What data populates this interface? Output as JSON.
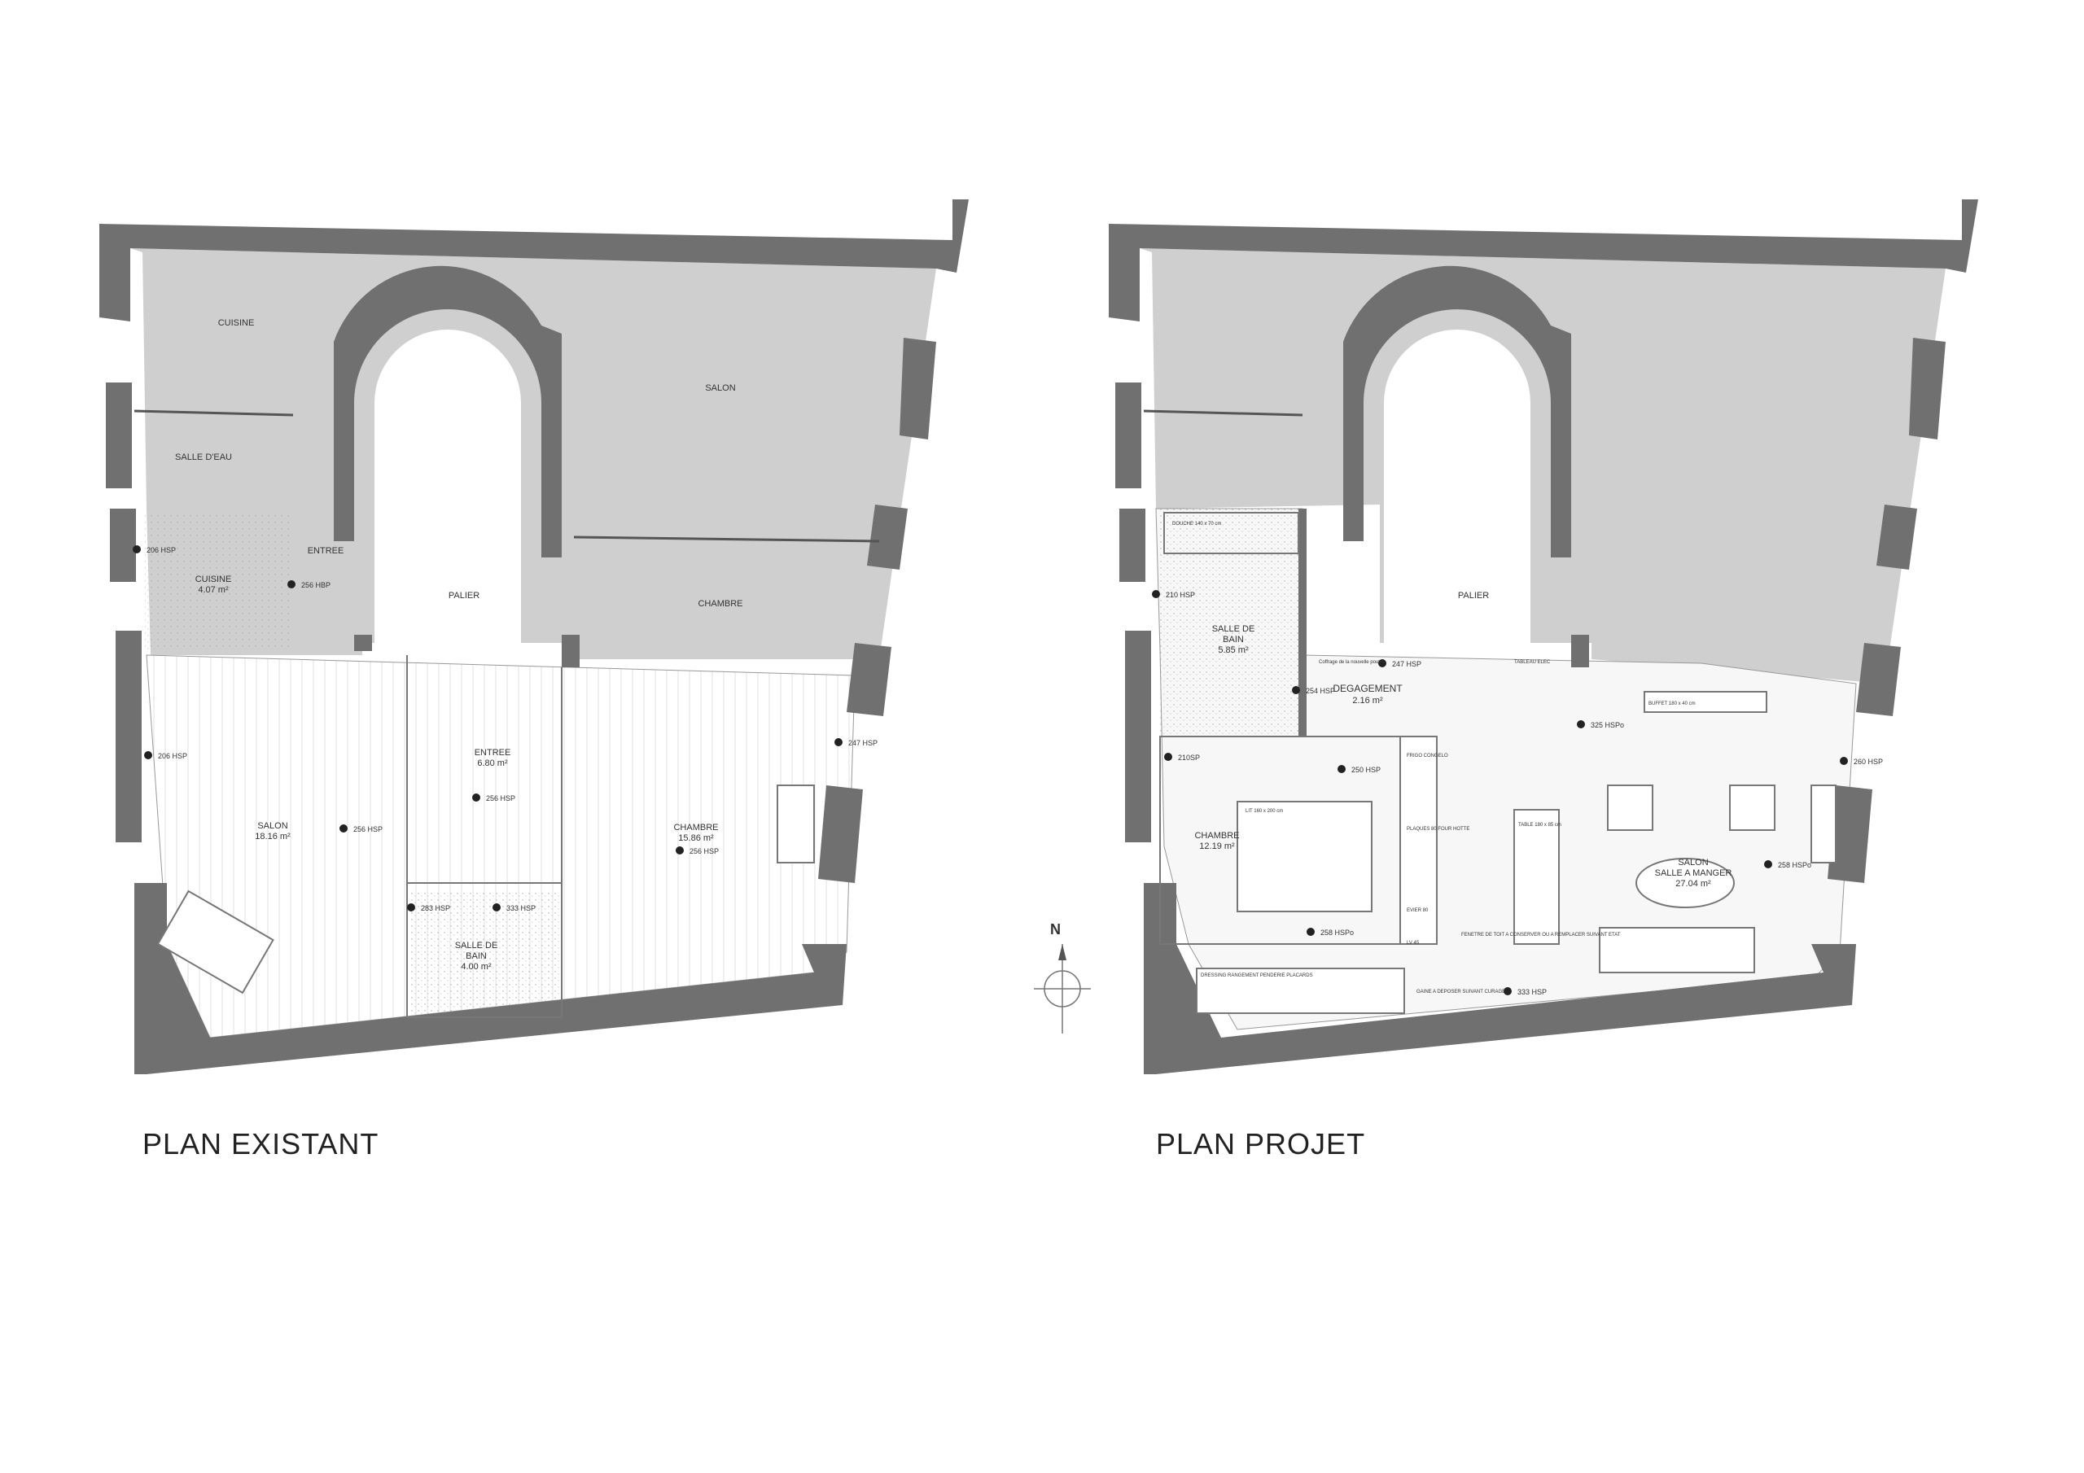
{
  "plan_existing": {
    "title": "PLAN EXISTANT",
    "upper_labels": [
      "CUISINE",
      "SALLE D'EAU",
      "ENTREE",
      "SALON",
      "CHAMBRE",
      "PALIER"
    ],
    "rooms": [
      {
        "name": "CUISINE",
        "area": "4.07 m²"
      },
      {
        "name": "SALON",
        "area": "18.16 m²"
      },
      {
        "name": "ENTREE",
        "area": "6.80 m²"
      },
      {
        "name": "CHAMBRE",
        "area": "15.86 m²"
      },
      {
        "name": "SALLE DE BAIN",
        "area": "4.00 m²"
      }
    ],
    "heights": [
      "206 HSP",
      "256 HBP",
      "206 HSP",
      "256 HSP",
      "256 HSP",
      "256 HSP",
      "283 HSP",
      "333 HSP",
      "247 HSP"
    ]
  },
  "plan_project": {
    "title": "PLAN PROJET",
    "upper_labels": [
      "PALIER"
    ],
    "rooms": [
      {
        "name": "SALLE DE BAIN",
        "area": "5.85 m²"
      },
      {
        "name": "DEGAGEMENT",
        "area": "2.16 m²"
      },
      {
        "name": "CHAMBRE",
        "area": "12.19 m²"
      },
      {
        "name": "SALON SALLE A MANGER",
        "area": "27.04 m²"
      }
    ],
    "heights": [
      "210 HSP",
      "247 HSP",
      "254 HSP",
      "325 HSPo",
      "210SP",
      "250 HSP",
      "258 HSPo",
      "260 HSP",
      "258 HSPo",
      "333 HSP"
    ],
    "notes": [
      "DOUCHE 140 x 70 cm",
      "Coffrage de la nouvelle poutre",
      "TABLEAU ELEC",
      "BUFFET 180 x 40 cm",
      "LIT 160 x 200 cm",
      "FRIGO CONGELO",
      "PLAQUES 80 FOUR HOTTE",
      "TABLE 180 x 85 cm",
      "EVIER 80",
      "LV 45",
      "DRESSING RANGEMENT PENDERIE PLACARDS",
      "FENETRE DE TOIT A CONSERVER OU A REMPLACER SUIVANT ETAT",
      "GAINE A DEPOSER SUIVANT CURAGE"
    ]
  },
  "compass": {
    "label": "N"
  },
  "colors": {
    "wall": "#707070",
    "shade": "#cfcfcf",
    "line": "#555555"
  }
}
